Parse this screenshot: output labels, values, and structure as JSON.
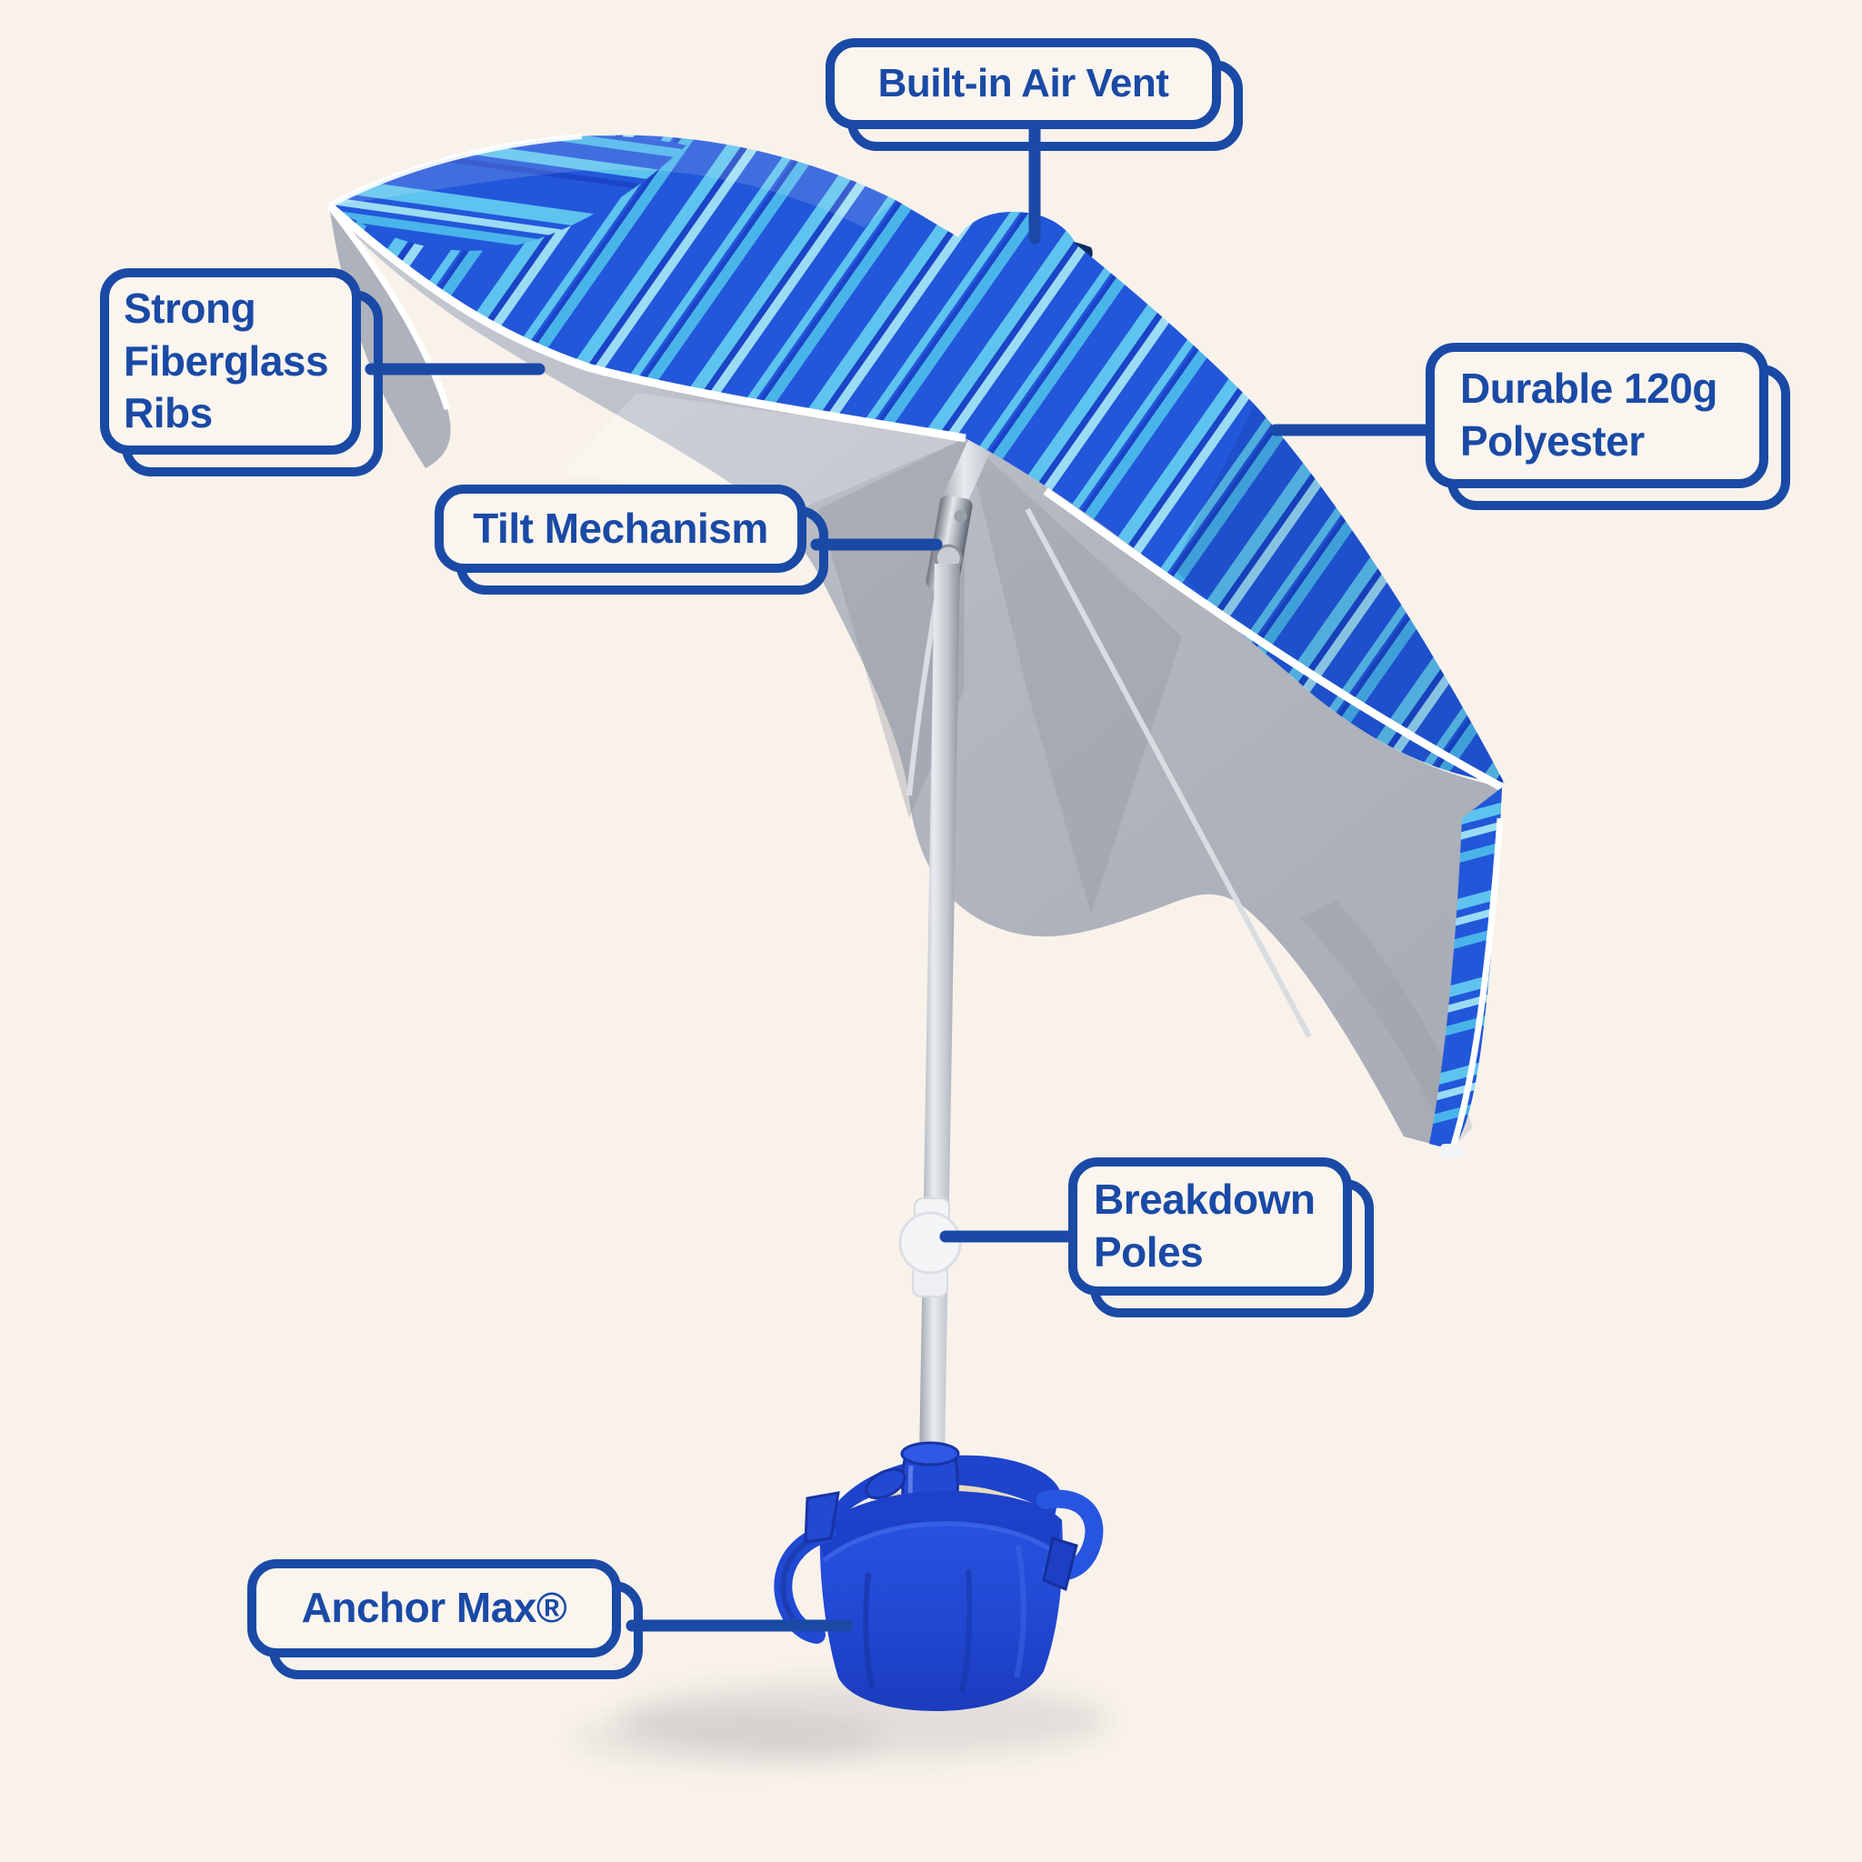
{
  "title": "Beach umbrella feature callout diagram",
  "background_color": "#F8F2EB",
  "accent_blue": "#1A4AA6",
  "labels": [
    {
      "id": "built-in-air-vent",
      "lines": [
        "Built-in Air Vent"
      ]
    },
    {
      "id": "strong-fiberglass-ribs",
      "lines": [
        "Strong",
        "Fiberglass",
        "Ribs"
      ]
    },
    {
      "id": "tilt-mechanism",
      "lines": [
        "Tilt Mechanism"
      ]
    },
    {
      "id": "durable-120g-polyester",
      "lines": [
        "Durable 120g",
        "Polyester"
      ]
    },
    {
      "id": "breakdown-poles",
      "lines": [
        "Breakdown",
        "Poles"
      ]
    },
    {
      "id": "anchor-max",
      "lines": [
        "Anchor Max®"
      ]
    }
  ],
  "illustration": {
    "subject": "striped beach umbrella tilted on a silver pole anchored in a blue sand-filled bag",
    "canopy_colors": {
      "royal_blue": "#2257DA",
      "sky_blue": "#5EC3EE",
      "pale_blue": "#9BDCF4",
      "deep_blue": "#1B44C6",
      "underside_gray": "#B3B7C0",
      "trim_white": "#FFFFFF",
      "vent_shadow_navy": "#0B2B63"
    },
    "pole_color": "#C7CBD2",
    "tilt_joint_color": "#8A909B",
    "pole_connector_color": "#F2F3F5",
    "anchor_bag_color": "#2149D4",
    "sand_color": "#E7DABF"
  }
}
